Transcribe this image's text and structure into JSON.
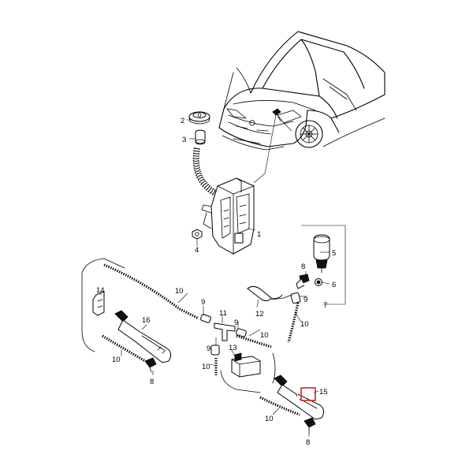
{
  "labels": {
    "p1": "1",
    "p2": "2",
    "p3": "3",
    "p4": "4",
    "p5": "5",
    "p6": "6",
    "p7": "7",
    "p8a": "8",
    "p8b": "8",
    "p8c": "8",
    "p9a": "9",
    "p9b": "9",
    "p9c": "9",
    "p9d": "9",
    "p10a": "10",
    "p10b": "10",
    "p10c": "10",
    "p10d": "10",
    "p10e": "10",
    "p10f": "10",
    "p11": "11",
    "p12": "12",
    "p13": "13",
    "p14": "14",
    "p15": "15",
    "p16": "16"
  },
  "highlight_color": "#e0221b",
  "line_color": "#000000"
}
